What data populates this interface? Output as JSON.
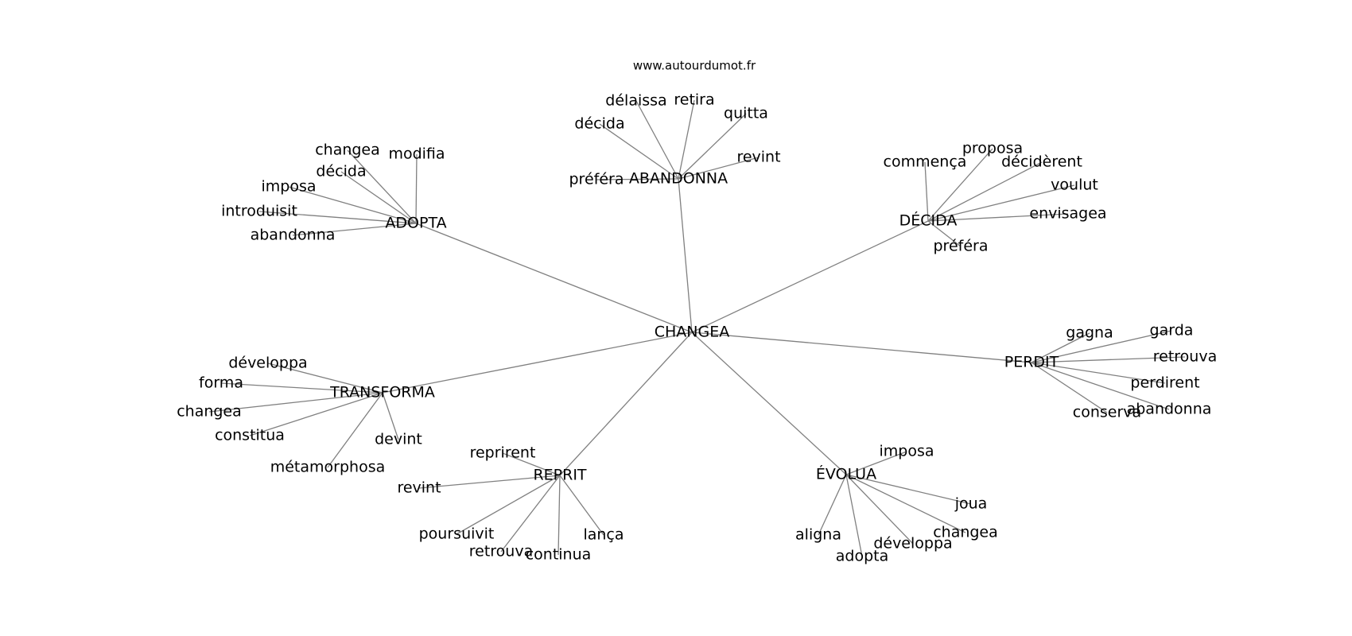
{
  "site_label": "www.autourdumot.fr",
  "graph": {
    "center": "CHANGEA",
    "clusters": [
      {
        "hub": "ABANDONNA",
        "leaves": [
          "délaissa",
          "retira",
          "quitta",
          "décida",
          "revint",
          "préféra"
        ]
      },
      {
        "hub": "ADOPTA",
        "leaves": [
          "changea",
          "modifia",
          "décida",
          "imposa",
          "introduisit",
          "abandonna"
        ]
      },
      {
        "hub": "DÉCIDA",
        "leaves": [
          "proposa",
          "commença",
          "décidèrent",
          "voulut",
          "envisagea",
          "préféra"
        ]
      },
      {
        "hub": "PERDIT",
        "leaves": [
          "gagna",
          "garda",
          "retrouva",
          "perdirent",
          "abandonna",
          "conserva"
        ]
      },
      {
        "hub": "TRANSFORMA",
        "leaves": [
          "développa",
          "forma",
          "changea",
          "constitua",
          "devint",
          "métamorphosa"
        ]
      },
      {
        "hub": "REPRIT",
        "leaves": [
          "reprirent",
          "revint",
          "poursuivit",
          "retrouva",
          "continua",
          "lança"
        ]
      },
      {
        "hub": "ÉVOLUA",
        "leaves": [
          "imposa",
          "joua",
          "aligna",
          "développa",
          "changea",
          "adopta"
        ]
      }
    ]
  }
}
